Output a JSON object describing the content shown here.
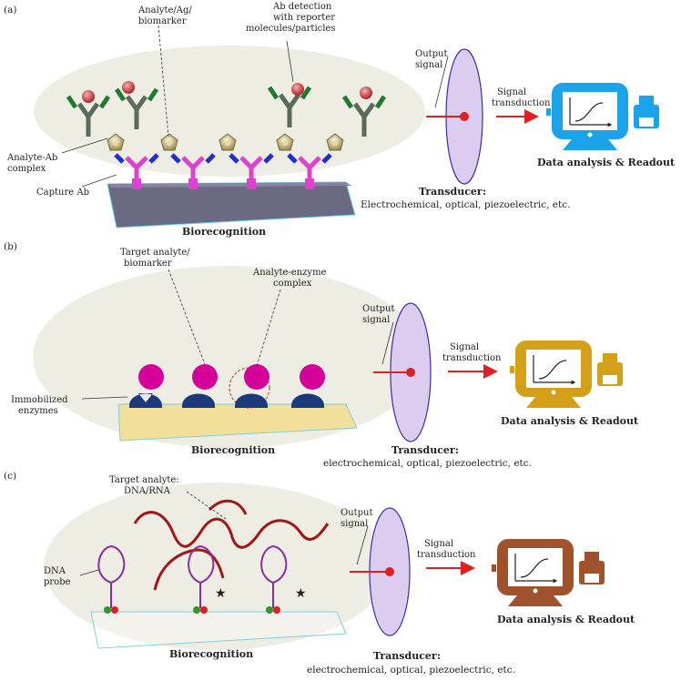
{
  "panels": [
    {
      "tag": "(a)",
      "labels": {
        "analyte": [
          "Analyte/Ag/",
          "biomarker"
        ],
        "detection": [
          "Ab detection",
          "with reporter",
          "molecules/particles"
        ],
        "complex": [
          "Analyte-Ab",
          "complex"
        ],
        "capture": "Capture Ab",
        "output": [
          "Output",
          "signal"
        ],
        "transduction": [
          "Signal",
          "transduction"
        ]
      },
      "biorecognition": "Biorecognition",
      "transducer_title": "Transducer",
      "transducer_text": "Electrochemical, optical, piezoelectric, etc.",
      "readout": "Data analysis & Readout",
      "device_color": "#1aa3e8"
    },
    {
      "tag": "(b)",
      "labels": {
        "target": [
          "Target analyte/",
          "biomarker"
        ],
        "enzyme_complex": [
          "Analyte-enzyme",
          "complex"
        ],
        "immobilized": [
          "Immobilized",
          "enzymes"
        ],
        "output": [
          "Output",
          "signal"
        ],
        "transduction": [
          "Signal",
          "transduction"
        ]
      },
      "biorecognition": "Biorecognition",
      "transducer_title": "Transducer",
      "transducer_text": "electrochemical, optical, piezoelectric, etc.",
      "readout": "Data analysis & Readout",
      "device_color": "#d4a017"
    },
    {
      "tag": "(c)",
      "labels": {
        "target": [
          "Target analyte:",
          "DNA/RNA"
        ],
        "probe": [
          "DNA",
          "probe"
        ],
        "output": [
          "Output",
          "signal"
        ],
        "transduction": [
          "Signal",
          "transduction"
        ]
      },
      "biorecognition": "Biorecognition",
      "transducer_title": "Transducer",
      "transducer_text": "electrochemical, optical, piezoelectric, etc.",
      "readout": "Data analysis & Readout",
      "device_color": "#a0522d"
    }
  ],
  "colors": {
    "cloud": "#eeede4",
    "disc_fill": "#dcccf0",
    "disc_stroke": "#3b2fa0",
    "signal_red": "#e02020",
    "capture_ab": "#e040d0",
    "antigen_gold": "#c8b878",
    "antibody_gray": "#5b6b5b",
    "antibody_green": "#1f7a2f",
    "enzyme_navy": "#1c3a7a",
    "analyte_magenta": "#d5009a",
    "dna_red": "#a31616",
    "probe_purple": "#8a2da0"
  }
}
